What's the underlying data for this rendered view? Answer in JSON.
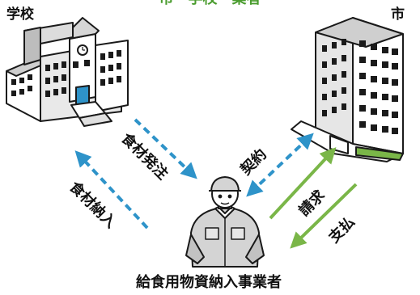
{
  "title_partial": "市・学校・業者",
  "labels": {
    "school": "学校",
    "city": "市",
    "vendor": "給食用物資納入事業者"
  },
  "arrows": {
    "order": "食材発注",
    "delivery": "食材納入",
    "contract": "契約",
    "invoice": "請求",
    "payment": "支払"
  },
  "colors": {
    "dashed_arrow": "#2e93c9",
    "solid_arrow": "#7ab648",
    "outline": "#1a1a1a"
  }
}
